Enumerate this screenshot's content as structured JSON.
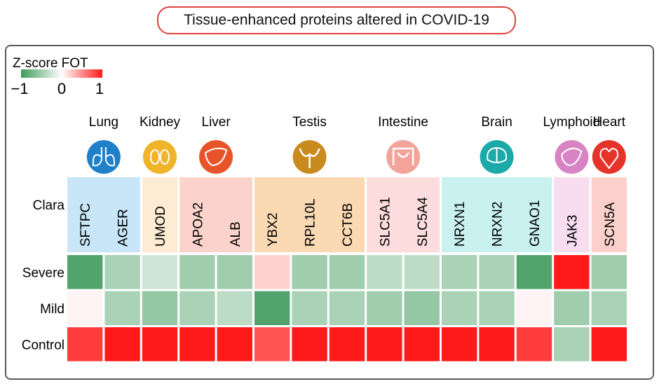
{
  "chart_data": {
    "type": "heatmap",
    "title": "Tissue-enhanced proteins altered in COVID-19",
    "colorbar": {
      "label": "Z-score FOT",
      "ticks": [
        "−1",
        "0",
        "1"
      ],
      "range": [
        -1,
        1
      ],
      "colors": {
        "low": "#3f9a5c",
        "mid": "#ffffff",
        "high": "#ff1a1a"
      }
    },
    "row_label_header": "Clara",
    "rows": [
      "Severe",
      "Mild",
      "Control"
    ],
    "columns": [
      "SFTPC",
      "AGER",
      "UMOD",
      "APOA2",
      "ALB",
      "YBX2",
      "RPL10L",
      "CCT6B",
      "SLC5A1",
      "SLC5A4",
      "NRXN1",
      "NRXN2",
      "GNAO1",
      "JAK3",
      "SCN5A"
    ],
    "tissues": [
      {
        "name": "Lung",
        "icon": "lungs-icon",
        "color": "#1f7fc8",
        "bg": "#c8e6f8",
        "columns": [
          "SFTPC",
          "AGER"
        ]
      },
      {
        "name": "Kidney",
        "icon": "kidney-icon",
        "color": "#f0b429",
        "bg": "#fdebd3",
        "columns": [
          "UMOD"
        ]
      },
      {
        "name": "Liver",
        "icon": "liver-icon",
        "color": "#e8542a",
        "bg": "#fbd3cc",
        "columns": [
          "APOA2",
          "ALB"
        ]
      },
      {
        "name": "Testis",
        "icon": "testis-icon",
        "color": "#c98a1e",
        "bg": "#fad9b3",
        "columns": [
          "YBX2",
          "RPL10L",
          "CCT6B"
        ]
      },
      {
        "name": "Intestine",
        "icon": "intestine-icon",
        "color": "#f2a39a",
        "bg": "#fcdcdc",
        "columns": [
          "SLC5A1",
          "SLC5A4"
        ]
      },
      {
        "name": "Brain",
        "icon": "brain-icon",
        "color": "#1ba9a9",
        "bg": "#c8f1ef",
        "columns": [
          "NRXN1",
          "NRXN2",
          "GNAO1"
        ]
      },
      {
        "name": "Lymphoid",
        "icon": "lymphoid-icon",
        "color": "#d884c4",
        "bg": "#f8dcef",
        "columns": [
          "JAK3"
        ]
      },
      {
        "name": "Heart",
        "icon": "heart-icon",
        "color": "#e5332a",
        "bg": "#fbd0cc",
        "columns": [
          "SCN5A"
        ]
      }
    ],
    "values": [
      [
        -0.9,
        -0.45,
        -0.25,
        -0.5,
        -0.5,
        0.2,
        -0.5,
        -0.5,
        -0.35,
        -0.35,
        -0.45,
        -0.45,
        -0.9,
        1.0,
        -0.5
      ],
      [
        0.05,
        -0.45,
        -0.55,
        -0.45,
        -0.35,
        -0.9,
        -0.45,
        -0.45,
        -0.5,
        -0.55,
        -0.45,
        -0.45,
        0.05,
        -0.5,
        -0.45
      ],
      [
        0.85,
        1.0,
        1.0,
        1.0,
        1.0,
        0.75,
        1.0,
        1.0,
        1.0,
        1.0,
        1.0,
        1.0,
        0.85,
        -0.45,
        1.0
      ]
    ]
  }
}
